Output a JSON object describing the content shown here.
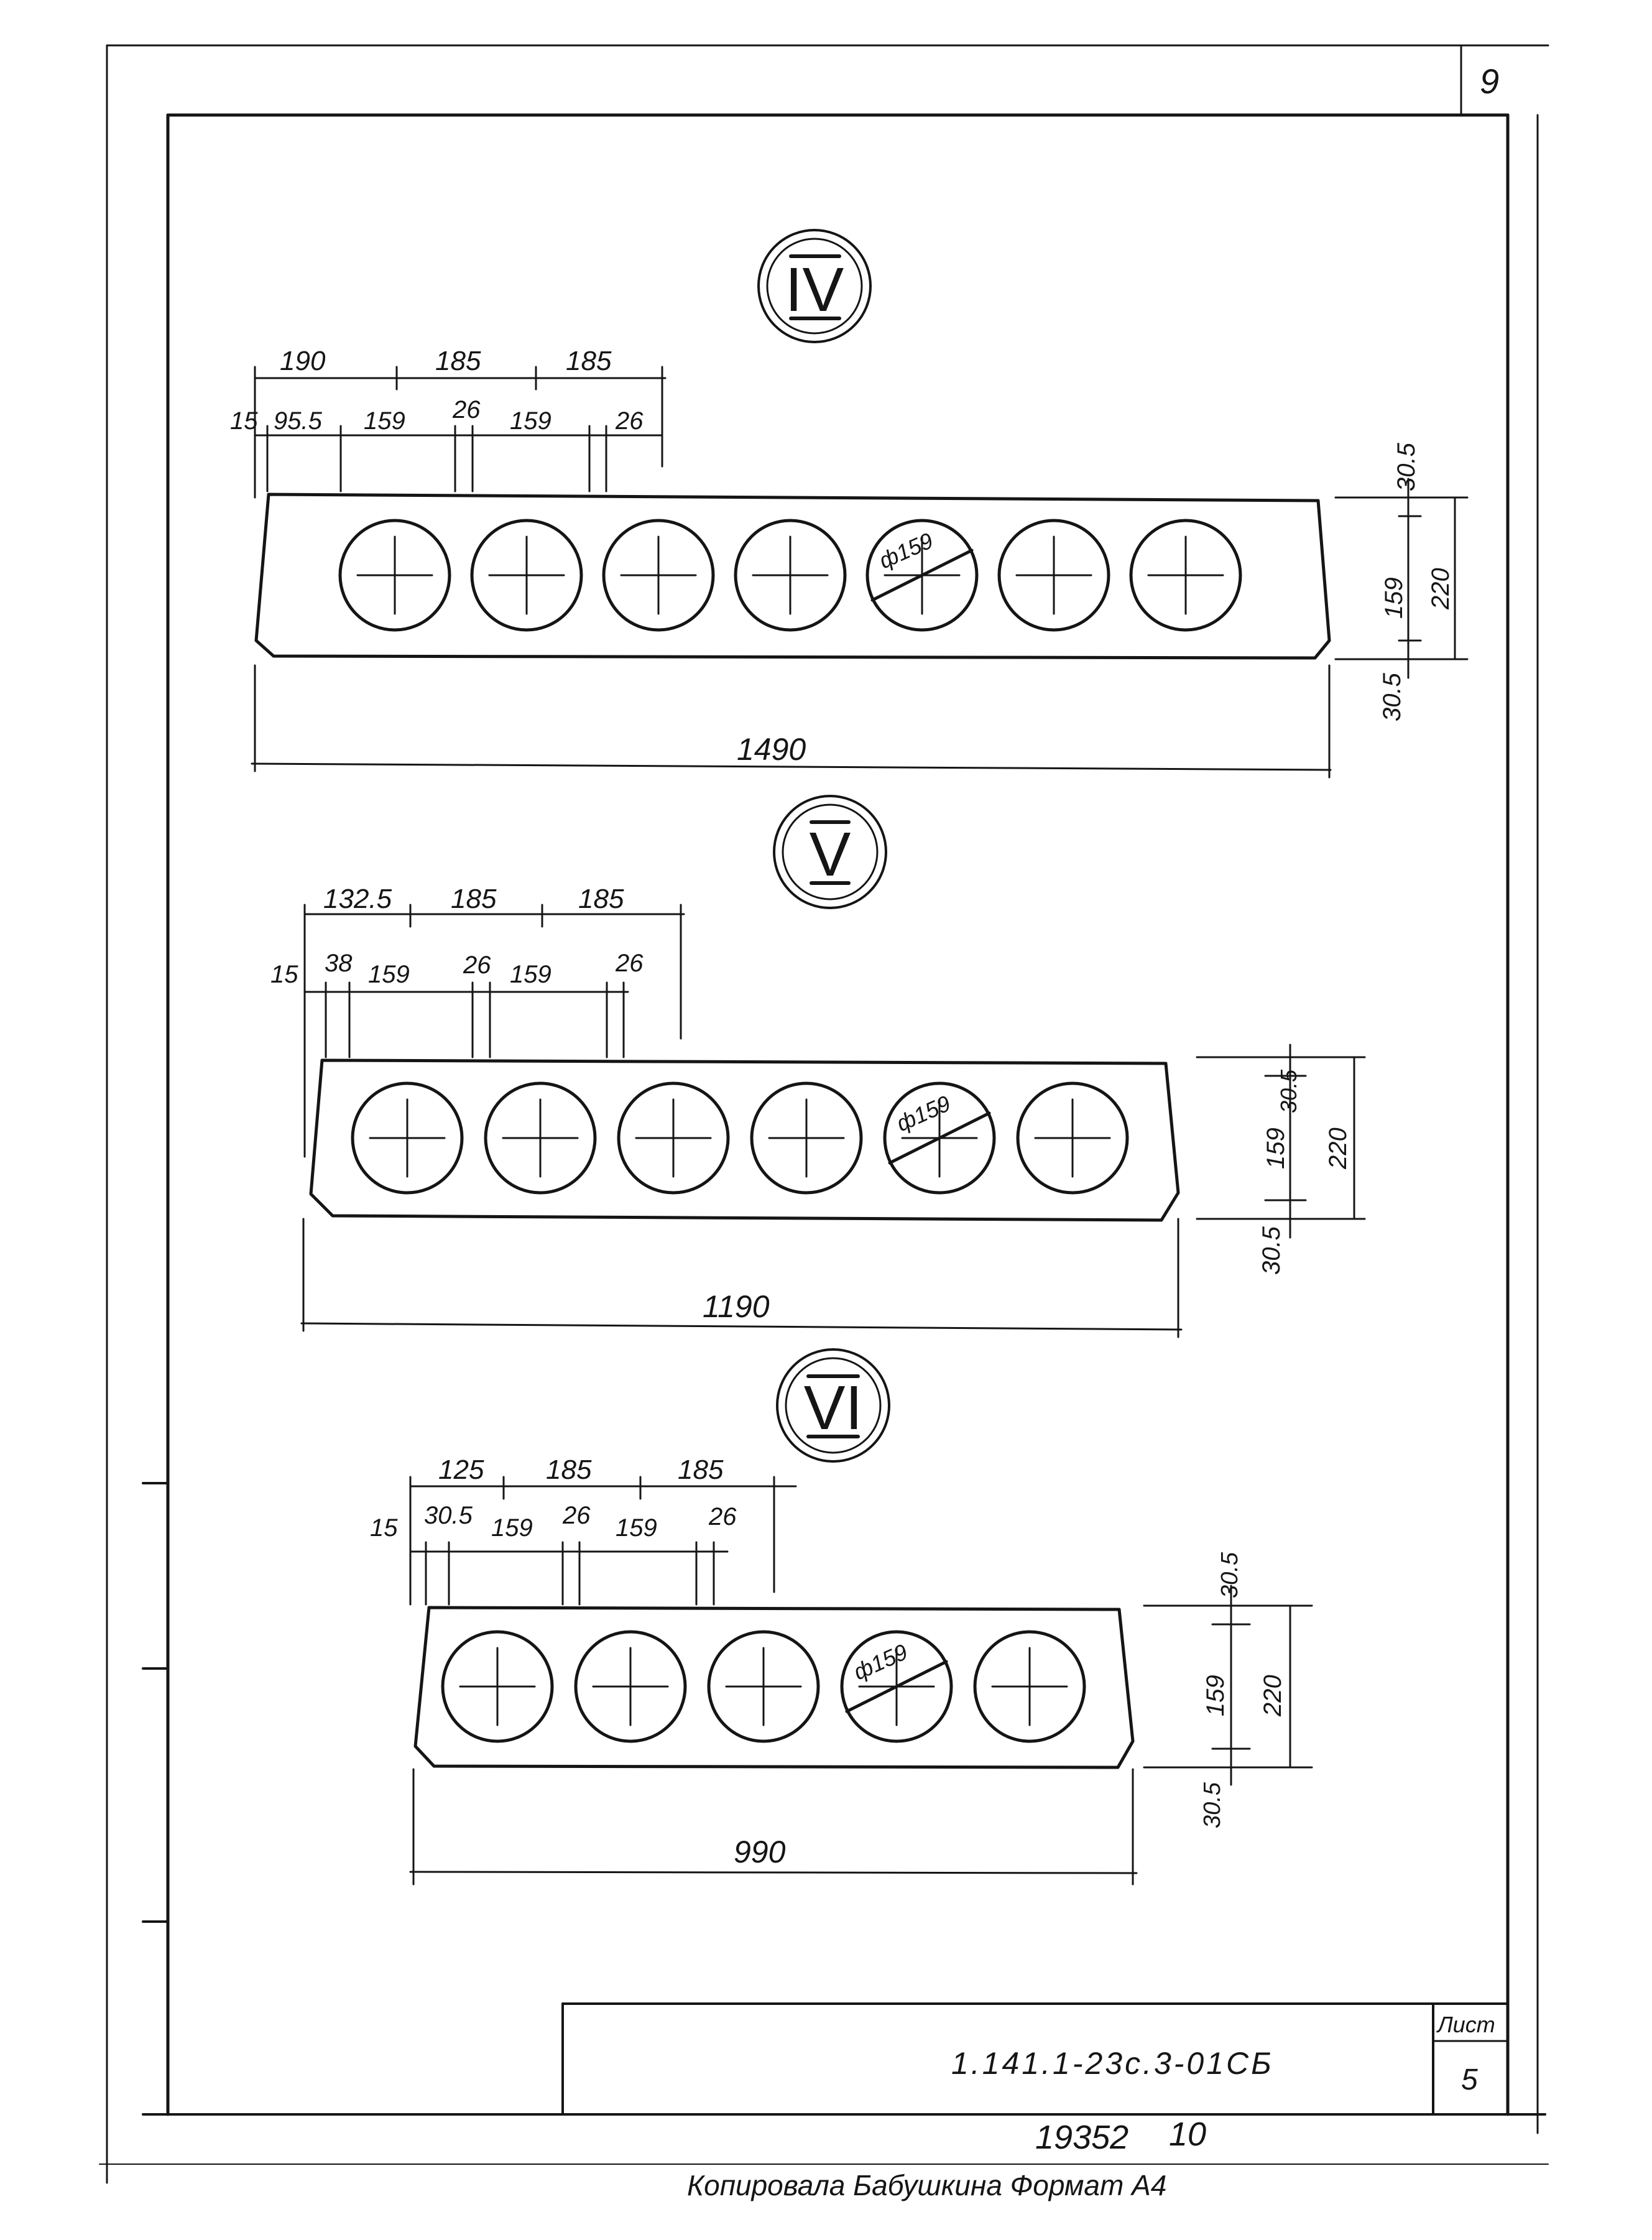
{
  "sheet": {
    "page_number": "9",
    "title_block": {
      "designation": "1.141.1-23с.3-01СБ",
      "sheet_label": "Лист",
      "sheet_number": "5"
    },
    "archive_number": "19352",
    "archive_suffix": "10",
    "footer_note": "Копировала  Бабушкина     Формат  А4"
  },
  "sections": [
    {
      "id": "IV",
      "label": "IV",
      "holes": 7,
      "diameter_label": "ф159",
      "top_dims_row1": [
        "190",
        "185",
        "185"
      ],
      "top_dims_row2": [
        "15",
        "95.5",
        "159",
        "26",
        "159",
        "26"
      ],
      "side_dims": {
        "top": "30.5",
        "middle": "159",
        "bottom": "30.5",
        "total": "220"
      },
      "width_dim": "1490"
    },
    {
      "id": "V",
      "label": "V",
      "holes": 6,
      "diameter_label": "ф159",
      "top_dims_row1": [
        "132.5",
        "185",
        "185"
      ],
      "top_dims_row2": [
        "15",
        "38",
        "159",
        "26",
        "159",
        "26"
      ],
      "side_dims": {
        "top": "30.5",
        "middle": "159",
        "bottom": "30.5",
        "total": "220"
      },
      "width_dim": "1190"
    },
    {
      "id": "VI",
      "label": "VI",
      "holes": 5,
      "diameter_label": "ф159",
      "top_dims_row1": [
        "125",
        "185",
        "185"
      ],
      "top_dims_row2": [
        "15",
        "30.5",
        "159",
        "26",
        "159",
        "26"
      ],
      "side_dims": {
        "top": "30.5",
        "middle": "159",
        "bottom": "30.5",
        "total": "220"
      },
      "width_dim": "990"
    }
  ]
}
